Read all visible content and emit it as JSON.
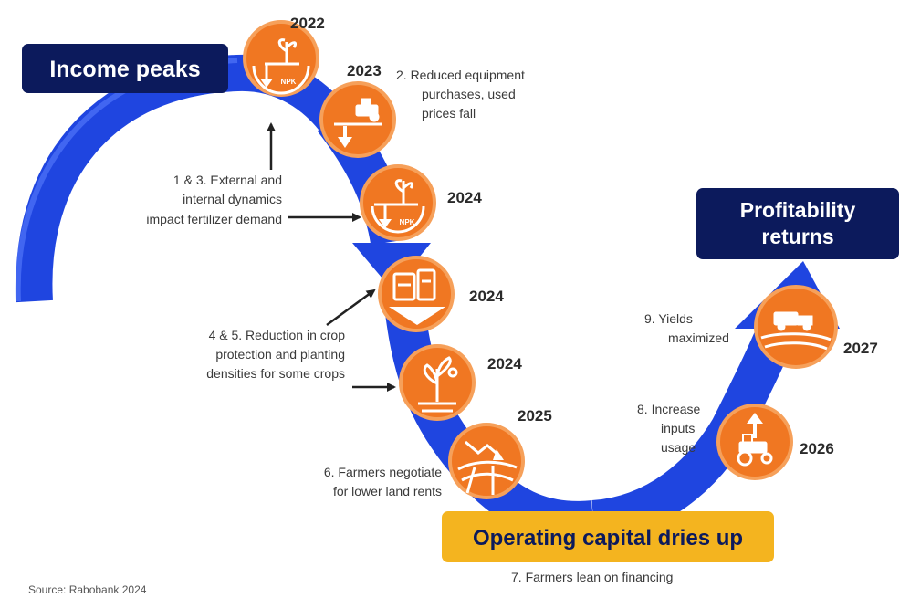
{
  "colors": {
    "navy": "#0c1a5c",
    "blue_band": "#1f45e0",
    "blue_light": "#4a74ff",
    "orange": "#f07722",
    "orange_ring": "#f6a05a",
    "gold": "#f4b41f",
    "arrow": "#222222"
  },
  "boxes": {
    "income_peaks": "Income peaks",
    "profitability_line1": "Profitability",
    "profitability_line2": "returns",
    "operating_capital": "Operating capital dries up"
  },
  "steps": [
    {
      "year": "2022",
      "icon": "fertilizer-npk-icon",
      "npk_label": "NPK"
    },
    {
      "year": "2023",
      "icon": "tractor-down-icon"
    },
    {
      "year": "2024",
      "icon": "fertilizer-npk-icon",
      "npk_label": "NPK"
    },
    {
      "year": "2024",
      "icon": "crop-protection-icon"
    },
    {
      "year": "2024",
      "icon": "planting-seedling-icon"
    },
    {
      "year": "2025",
      "icon": "land-rent-icon"
    },
    {
      "year": "2026",
      "icon": "tractor-up-icon"
    },
    {
      "year": "2027",
      "icon": "harvester-field-icon"
    }
  ],
  "annotations": {
    "a2": [
      "2.  Reduced equipment",
      "purchases, used",
      "prices fall"
    ],
    "a13": [
      "1 & 3.  External and",
      "internal dynamics",
      "impact fertilizer demand"
    ],
    "a45": [
      "4 & 5.  Reduction in crop",
      "protection and planting",
      "densities for some crops"
    ],
    "a6": [
      "6.  Farmers negotiate",
      "for lower land rents"
    ],
    "a7": "7.  Farmers lean on financing",
    "a8": [
      "8.  Increase",
      "inputs",
      "usage"
    ],
    "a9": [
      "9.  Yields",
      "maximized"
    ]
  },
  "source": "Source: Rabobank 2024"
}
